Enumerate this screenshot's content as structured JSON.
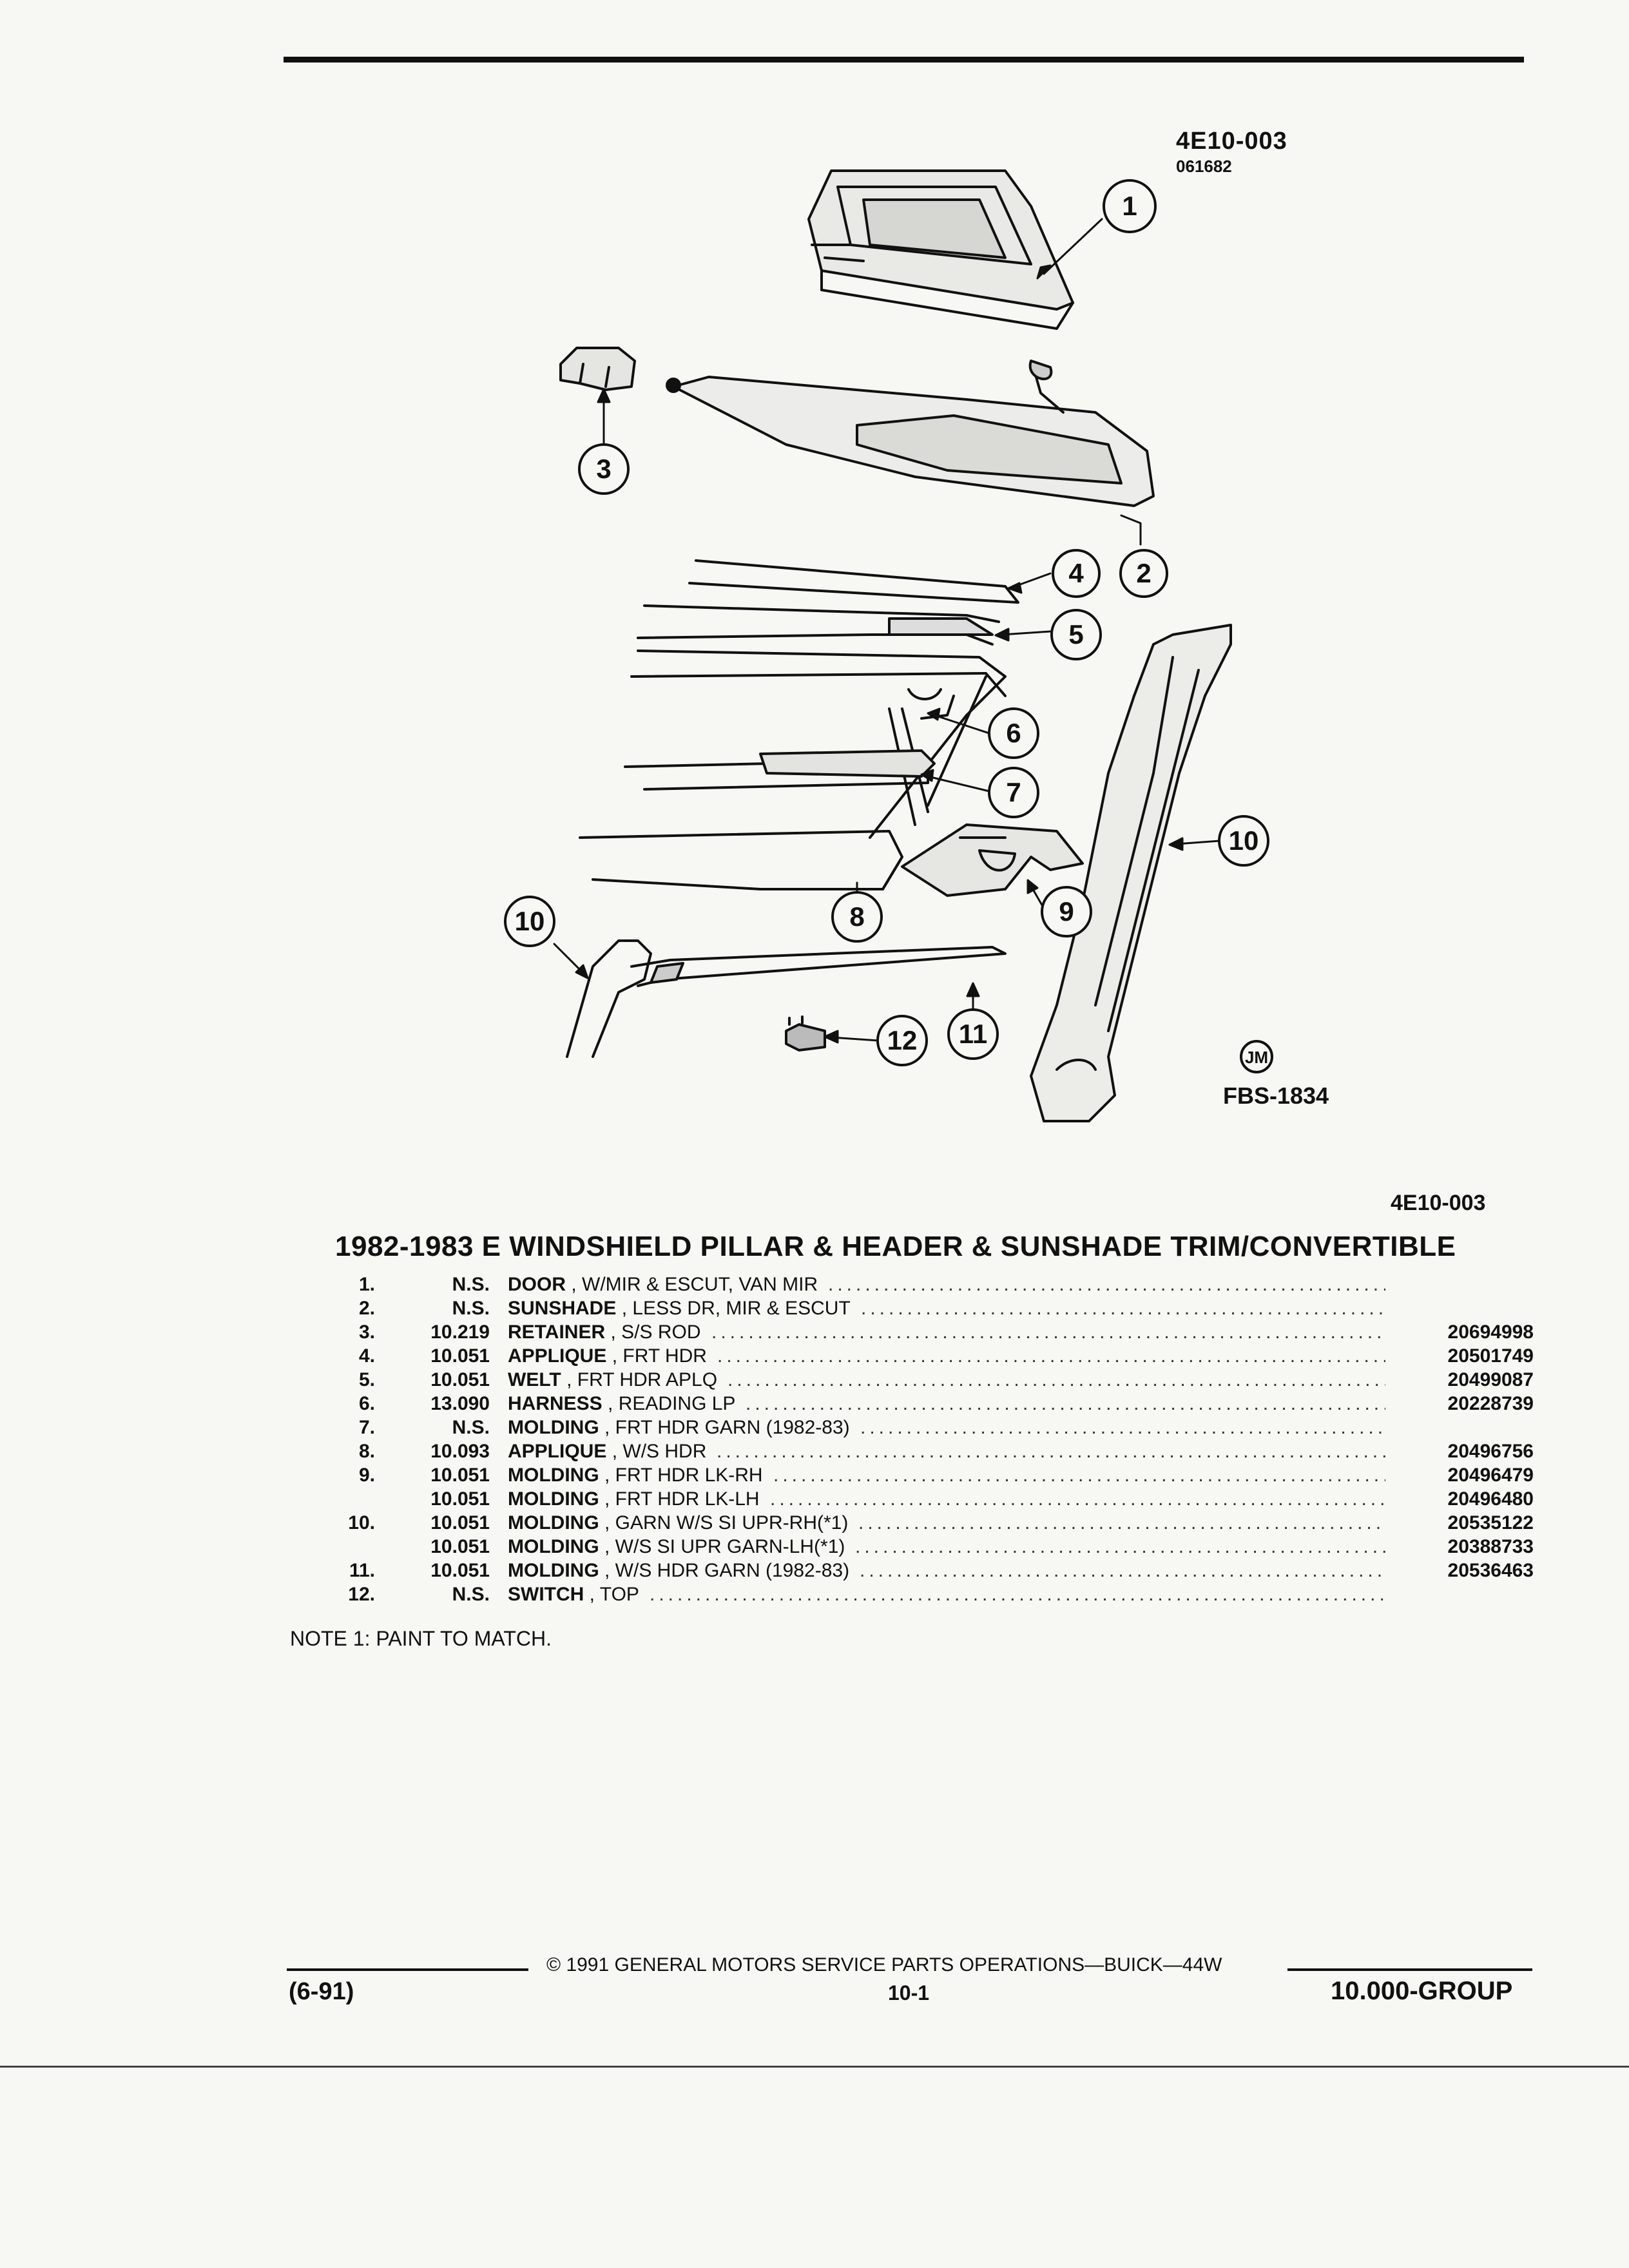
{
  "figure": {
    "code": "4E10-003",
    "sub_code": "061682",
    "fbs_code": "FBS-1834",
    "jm_mark": "JM",
    "callouts": [
      "1",
      "2",
      "3",
      "4",
      "5",
      "6",
      "7",
      "8",
      "9",
      "10",
      "10",
      "11",
      "12"
    ]
  },
  "reference_code": "4E10-003",
  "title": "1982-1983 E WINDSHIELD PILLAR & HEADER & SUNSHADE TRIM/CONVERTIBLE",
  "parts": [
    {
      "idx": "1.",
      "group": "N.S.",
      "name": "DOOR",
      "detail": ", W/MIR & ESCUT, VAN MIR",
      "part": ""
    },
    {
      "idx": "2.",
      "group": "N.S.",
      "name": "SUNSHADE",
      "detail": ", LESS DR, MIR & ESCUT",
      "part": ""
    },
    {
      "idx": "3.",
      "group": "10.219",
      "name": "RETAINER",
      "detail": ", S/S ROD",
      "part": "20694998"
    },
    {
      "idx": "4.",
      "group": "10.051",
      "name": "APPLIQUE",
      "detail": ", FRT HDR",
      "part": "20501749"
    },
    {
      "idx": "5.",
      "group": "10.051",
      "name": "WELT",
      "detail": ", FRT HDR APLQ",
      "part": "20499087"
    },
    {
      "idx": "6.",
      "group": "13.090",
      "name": "HARNESS",
      "detail": ", READING LP",
      "part": "20228739"
    },
    {
      "idx": "7.",
      "group": "N.S.",
      "name": "MOLDING",
      "detail": ", FRT HDR GARN (1982-83)",
      "part": ""
    },
    {
      "idx": "8.",
      "group": "10.093",
      "name": "APPLIQUE",
      "detail": ", W/S HDR",
      "part": "20496756"
    },
    {
      "idx": "9.",
      "group": "10.051",
      "name": "MOLDING",
      "detail": ", FRT HDR LK-RH",
      "part": "20496479"
    },
    {
      "idx": "",
      "group": "10.051",
      "name": "MOLDING",
      "detail": ", FRT HDR LK-LH",
      "part": "20496480"
    },
    {
      "idx": "10.",
      "group": "10.051",
      "name": "MOLDING",
      "detail": ", GARN W/S SI UPR-RH(*1)",
      "part": "20535122"
    },
    {
      "idx": "",
      "group": "10.051",
      "name": "MOLDING",
      "detail": ", W/S SI UPR GARN-LH(*1)",
      "part": "20388733"
    },
    {
      "idx": "11.",
      "group": "10.051",
      "name": "MOLDING",
      "detail": ", W/S HDR GARN (1982-83)",
      "part": "20536463"
    },
    {
      "idx": "12.",
      "group": "N.S.",
      "name": "SWITCH",
      "detail": ", TOP",
      "part": ""
    }
  ],
  "dots": "........................................................................................................................",
  "note": "NOTE 1: PAINT TO MATCH.",
  "footer": {
    "copyright": "© 1991 GENERAL MOTORS SERVICE PARTS OPERATIONS—BUICK—44W",
    "date": "(6-91)",
    "page": "10-1",
    "group": "10.000-GROUP"
  }
}
